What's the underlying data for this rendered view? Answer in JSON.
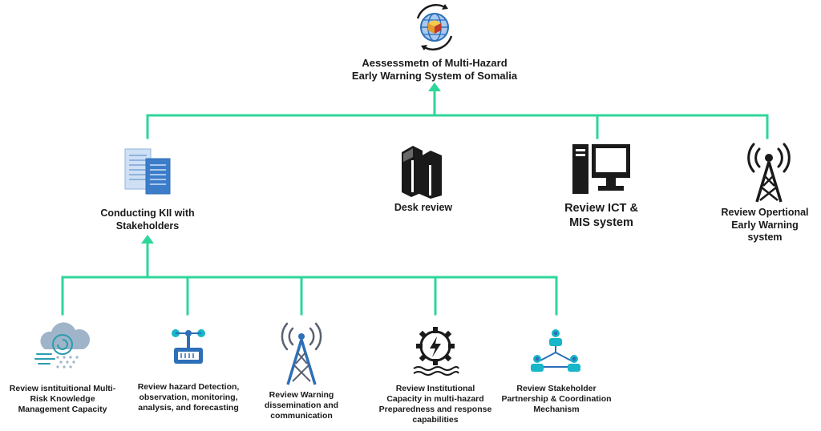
{
  "root": {
    "label_line1": "Aessessmetn of Multi-Hazard",
    "label_line2": "Early Warning System of Somalia"
  },
  "level1": {
    "kii": {
      "line1": "Conducting KII with",
      "line2": "Stakeholders"
    },
    "desk": {
      "line1": "Desk review"
    },
    "ict": {
      "line1": "Review ICT  &",
      "line2": "MIS system"
    },
    "ews": {
      "line1": "Review Opertional",
      "line2": "Early Warning",
      "line3": "system"
    }
  },
  "level2": {
    "risk": {
      "line1": "Review isntituitional Multi-",
      "line2": "Risk Knowledge",
      "line3": "Management Capacity"
    },
    "hazard": {
      "line1": "Review hazard Detection,",
      "line2": "observation, monitoring,",
      "line3": "analysis, and forecasting"
    },
    "warning": {
      "line1": "Review Warning",
      "line2": "dissemination and",
      "line3": "communication"
    },
    "capacity": {
      "line1": "Review Institutional",
      "line2": "Capacity in multi-hazard",
      "line3": "Preparedness and response",
      "line4": "capabilities"
    },
    "partner": {
      "line1": "Review  Stakeholder",
      "line2": "Partnership & Coordination",
      "line3": "Mechanism"
    }
  },
  "colors": {
    "connector": "#2ed69a",
    "icon_dark": "#1a1a1a",
    "icon_blue": "#2d6fb8",
    "icon_lightblue": "#a9c9ee",
    "icon_teal": "#17b6c8"
  },
  "icons": [
    "globe-cube-icon",
    "documents-icon",
    "books-icon",
    "computer-icon",
    "radio-tower-icon",
    "storm-cloud-icon",
    "weather-sensor-icon",
    "cell-tower-icon",
    "gear-lightning-icon",
    "network-people-icon"
  ]
}
